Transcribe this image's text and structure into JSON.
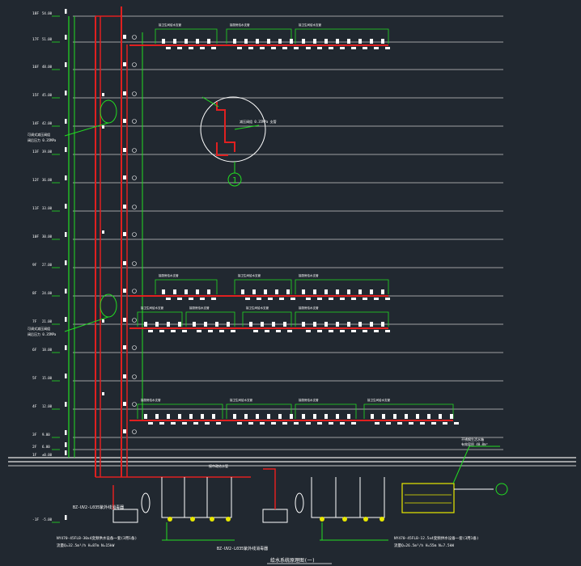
{
  "drawing": {
    "title": "给水系统原理图(一)",
    "colors": {
      "background": "#212830",
      "floor_line": "#c8c8c8",
      "pipe_red": "#e02020",
      "pipe_green": "#22dd22",
      "text_white": "#ffffff",
      "equipment_yellow": "#e8e800"
    },
    "floors": [
      {
        "label": "18F",
        "elev": "54.00"
      },
      {
        "label": "17F",
        "elev": "51.00"
      },
      {
        "label": "16F",
        "elev": "48.00"
      },
      {
        "label": "15F",
        "elev": "45.00"
      },
      {
        "label": "14F",
        "elev": "42.00"
      },
      {
        "label": "13F",
        "elev": "39.00"
      },
      {
        "label": "12F",
        "elev": "36.00"
      },
      {
        "label": "11F",
        "elev": "33.00"
      },
      {
        "label": "10F",
        "elev": "30.00"
      },
      {
        "label": "9F",
        "elev": "27.00"
      },
      {
        "label": "8F",
        "elev": "24.00"
      },
      {
        "label": "7F",
        "elev": "21.00"
      },
      {
        "label": "6F",
        "elev": "18.00"
      },
      {
        "label": "5F",
        "elev": "15.00"
      },
      {
        "label": "4F",
        "elev": "12.00"
      },
      {
        "label": "3F",
        "elev": "9.00"
      },
      {
        "label": "2F",
        "elev": "6.00"
      },
      {
        "label": "1F",
        "elev": "±0.00"
      },
      {
        "label": "-1F",
        "elev": "-5.00"
      }
    ],
    "callout": {
      "number": "1",
      "text": "减压阀组 0.35MPa 支管"
    },
    "left_notes": [
      "可调式减压阀组",
      "阀后压力 0.35MPa"
    ],
    "branch_labels": [
      "接卫生间给水支管",
      "接厨房给水支管",
      "接卫生间给水支管",
      "接厨房给水支管"
    ],
    "equipment_labels": [
      "BZ-UV2-L035紫外线消毒器",
      "NY470-45FLB-30x4变频供水设备一套(3用1备)",
      "流量Q=32.5m³/h H=87m N=15kW",
      "BZ-UV2-L035紫外线消毒器",
      "NY470-45FLB-12.5x4变频供水设备一套(3用1备)",
      "流量Q=26.5m³/h H=55m N=7.5kW"
    ],
    "tank_label": [
      "不锈钢生活水箱",
      "有效容积 40.0m³"
    ],
    "main_label": "接市政给水管"
  }
}
